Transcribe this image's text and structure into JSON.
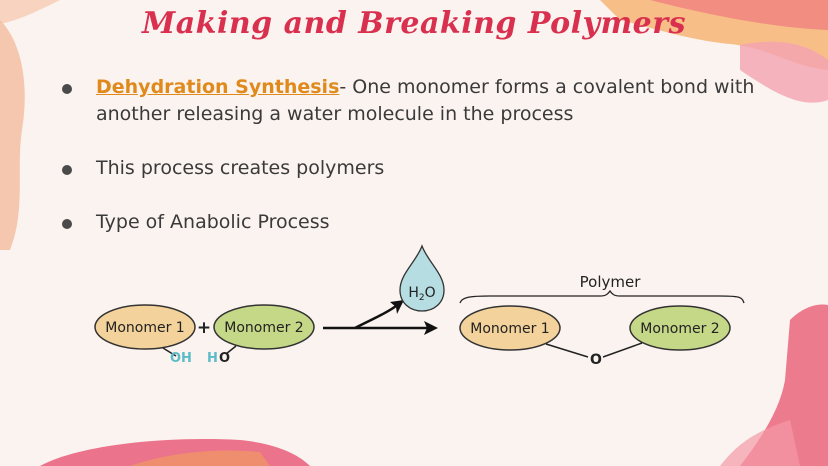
{
  "slide": {
    "title": "Making and Breaking Polymers",
    "bullets": [
      {
        "term": "Dehydration Synthesis",
        "text": "- One monomer forms a covalent bond with another releasing a water molecule in the process"
      },
      {
        "text": "This process creates polymers"
      },
      {
        "text": "Type of Anabolic Process"
      }
    ]
  },
  "diagram": {
    "monomer1": "Monomer 1",
    "monomer2": "Monomer 2",
    "plus": "+",
    "oh": "OH",
    "ho_h": "H",
    "ho_o": "O",
    "water_h": "H",
    "water_sub": "2",
    "water_o": "O",
    "polymer_label": "Polymer",
    "product_monomer1": "Monomer 1",
    "product_monomer2": "Monomer 2",
    "bridge_o": "O",
    "colors": {
      "monomer1": "#f4d29b",
      "monomer2": "#c5d887",
      "drop": "#b5dde2",
      "oh": "#5bbcc8",
      "title": "#d8304e",
      "term": "#e08a1c"
    }
  }
}
